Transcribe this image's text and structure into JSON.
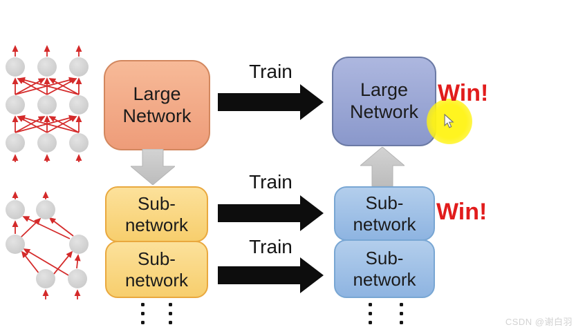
{
  "page": {
    "background_color": "#ffffff"
  },
  "diagram": {
    "left_column": {
      "dense_network_icon": "dense-neural-network",
      "sparse_network_icon": "pruned-neural-network",
      "large_box": {
        "label": "Large\nNetwork",
        "fill": "#f2a888",
        "border": "#d2875e"
      },
      "sub_box_1": {
        "label": "Sub-\nnetwork",
        "fill": "#f9d77f",
        "border": "#e9a83e"
      },
      "sub_box_2": {
        "label": "Sub-\nnetwork",
        "fill": "#f9d77f",
        "border": "#e9a83e"
      },
      "prune_arrow_icon": "down-block-arrow"
    },
    "middle_column": {
      "train_arrows": [
        {
          "label": "Train"
        },
        {
          "label": "Train"
        },
        {
          "label": "Train"
        }
      ],
      "arrow_color": "#0d0d0d"
    },
    "right_column": {
      "large_box": {
        "label": "Large\nNetwork",
        "fill": "#96a3d4",
        "border": "#6b7aa5",
        "result": "Win!"
      },
      "sub_box_1": {
        "label": "Sub-\nnetwork",
        "fill": "#a3c3e8",
        "border": "#78a6d3",
        "result": "Win!"
      },
      "sub_box_2": {
        "label": "Sub-\nnetwork",
        "fill": "#a3c3e8",
        "border": "#78a6d3"
      },
      "promote_arrow_icon": "up-block-arrow",
      "win_color": "#e11c1c"
    },
    "edge_color": "#d42a2a",
    "node_color": "#d2d2d2",
    "block_arrow_color": "#c5c5c5",
    "highlight_color": "#fff314",
    "cursor_icon": "arrow-cursor"
  },
  "watermark": {
    "text": "CSDN @谢白羽",
    "color": "#d2d2d2"
  }
}
